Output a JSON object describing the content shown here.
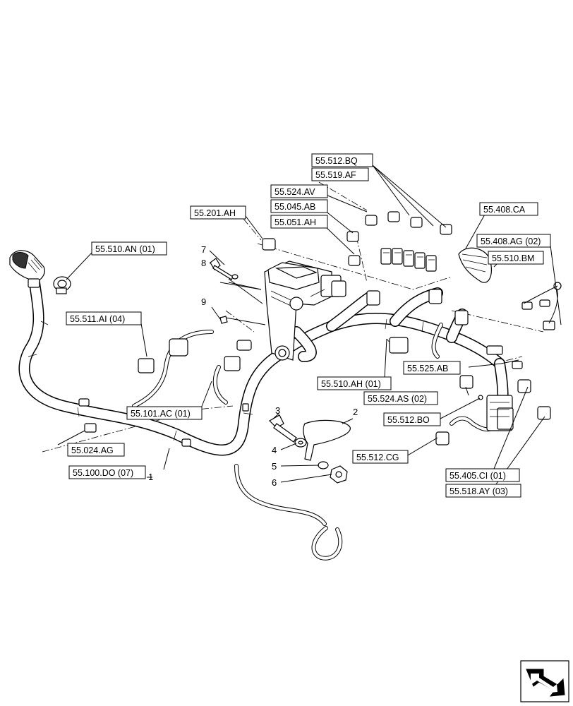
{
  "callouts": [
    {
      "id": "55-512-bq",
      "label": "55.512.BQ"
    },
    {
      "id": "55-519-af",
      "label": "55.519.AF"
    },
    {
      "id": "55-524-av",
      "label": "55.524.AV"
    },
    {
      "id": "55-045-ab",
      "label": "55.045.AB"
    },
    {
      "id": "55-051-ah",
      "label": "55.051.AH"
    },
    {
      "id": "55-201-ah",
      "label": "55.201.AH"
    },
    {
      "id": "55-408-ca",
      "label": "55.408.CA"
    },
    {
      "id": "55-510-an",
      "label": "55.510.AN (01)"
    },
    {
      "id": "55-408-ag",
      "label": "55.408.AG (02)"
    },
    {
      "id": "55-510-bm",
      "label": "55.510.BM"
    },
    {
      "id": "55-511-ai",
      "label": "55.511.AI (04)"
    },
    {
      "id": "55-525-ab",
      "label": "55.525.AB"
    },
    {
      "id": "55-510-ah",
      "label": "55.510.AH (01)"
    },
    {
      "id": "55-524-as",
      "label": "55.524.AS (02)"
    },
    {
      "id": "55-101-ac",
      "label": "55.101.AC (01)"
    },
    {
      "id": "55-512-bo",
      "label": "55.512.BO"
    },
    {
      "id": "55-024-ag",
      "label": "55.024.AG"
    },
    {
      "id": "55-512-cg",
      "label": "55.512.CG"
    },
    {
      "id": "55-100-do",
      "label": "55.100.DO (07)"
    },
    {
      "id": "55-405-ci",
      "label": "55.405.CI (01)"
    },
    {
      "id": "55-518-ay",
      "label": "55.518.AY (03)"
    }
  ],
  "item_numbers": [
    {
      "id": "n1",
      "label": "1"
    },
    {
      "id": "n2",
      "label": "2"
    },
    {
      "id": "n3",
      "label": "3"
    },
    {
      "id": "n4",
      "label": "4"
    },
    {
      "id": "n5",
      "label": "5"
    },
    {
      "id": "n6",
      "label": "6"
    },
    {
      "id": "n7",
      "label": "7"
    },
    {
      "id": "n8",
      "label": "8"
    },
    {
      "id": "n9",
      "label": "9"
    }
  ],
  "icons": {
    "navigation": "previous-page-arrow-icon"
  }
}
